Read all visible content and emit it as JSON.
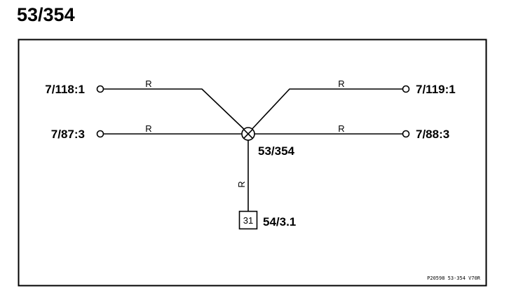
{
  "title": "53/354",
  "nodes": {
    "top_left": "7/118:1",
    "mid_left": "7/87:3",
    "top_right": "7/119:1",
    "mid_right": "7/88:3",
    "center": "53/354",
    "bottom": "54/3.1",
    "bottom_box": "31"
  },
  "wire_label": "R",
  "reference": "P20598 53-354 V70R"
}
